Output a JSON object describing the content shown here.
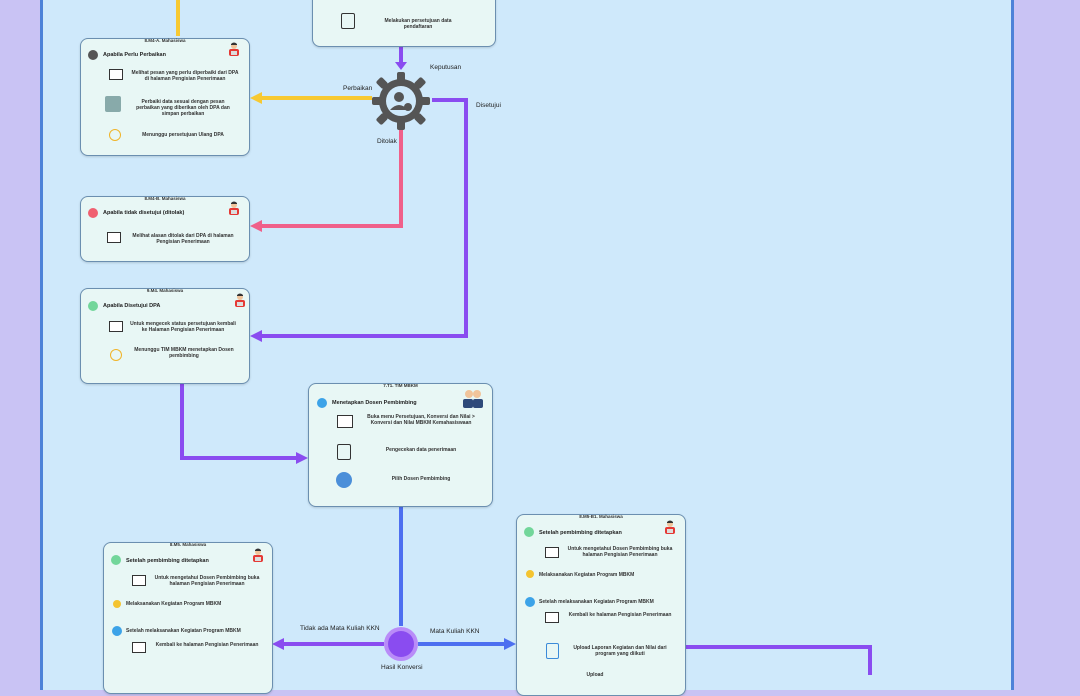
{
  "top": {
    "step": "Melakukan persetujuan data pendaftaran"
  },
  "decision": {
    "label": "Keputusan",
    "branches": {
      "repair": "Perbaikan",
      "approved": "Disetujui",
      "rejected": "Ditolak"
    }
  },
  "cards": {
    "repair": {
      "tag": "8.M4-A. Mahasiswa",
      "title": "Apabila Perlu Perbaikan",
      "steps": [
        "Melihat pesan yang perlu diperbaiki dari DPA di halaman Pengisian Penerimaan",
        "Perbaiki data sesuai dengan pesan perbaikan yang diberikan oleh DPA dan simpan perbaikan",
        "Menunggu persetujuan Ulang DPA"
      ]
    },
    "rejected": {
      "tag": "8.M4-B. Mahasiswa",
      "title": "Apabila tidak disetujui (ditolak)",
      "steps": [
        "Melihat alasan ditolak dari DPA di halaman Pengisian Penerimaan"
      ]
    },
    "approved": {
      "tag": "9.M4. Mahasiswa",
      "title": "Apabila Disetujui DPA",
      "steps": [
        "Untuk mengecek status persetujuan kembali ke Halaman Pengisian Penerimaan",
        "Menunggu TIM MBKM menetapkan Dosen pembimbing"
      ]
    },
    "tim": {
      "tag": "7.T1. TIM MBKM",
      "title": "Menetapkan Dosen Pembimbing",
      "steps": [
        "Buka menu Persetujuan, Konversi dan Nilai > Konversi dan Nilai MBKM Kemahasiswaan",
        "Pengecekan data penerimaan",
        "Pilih Dosen Pembimbing"
      ]
    },
    "m5": {
      "tag": "8.M5. Mahasiswa",
      "title": "Setelah pembimbing ditetapkan",
      "steps": [
        "Untuk mengetahui Dosen Pembimbing buka halaman Pengisian Penerimaan",
        "Melaksanakan Kegiatan Program MBKM",
        "Setelah melaksanakan Kegiatan Program MBKM",
        "Kembali ke halaman Pengisian Penerimaan"
      ]
    },
    "m5b": {
      "tag": "8.M5-B1. Mahasiswa",
      "title": "Setelah pembimbing ditetapkan",
      "steps": [
        "Untuk mengetahui Dosen Pembimbing buka halaman Pengisian Penerimaan",
        "Melaksanakan Kegiatan Program MBKM",
        "Setelah melaksanakan Kegiatan Program MBKM",
        "Kembali ke halaman Pengisian Penerimaan",
        "Upload Laporan Kegiatan dan Nilai dari program yang diikuti",
        "Upload"
      ]
    }
  },
  "conversion": {
    "label": "Hasil Konversi",
    "left": "Tidak ada Mata Kuliah KKN",
    "right": "Mata Kuliah KKN"
  },
  "colors": {
    "yellow": "#f7c932",
    "purple": "#8a4cf0",
    "pink": "#f0608a",
    "blue": "#4d6ff0"
  }
}
